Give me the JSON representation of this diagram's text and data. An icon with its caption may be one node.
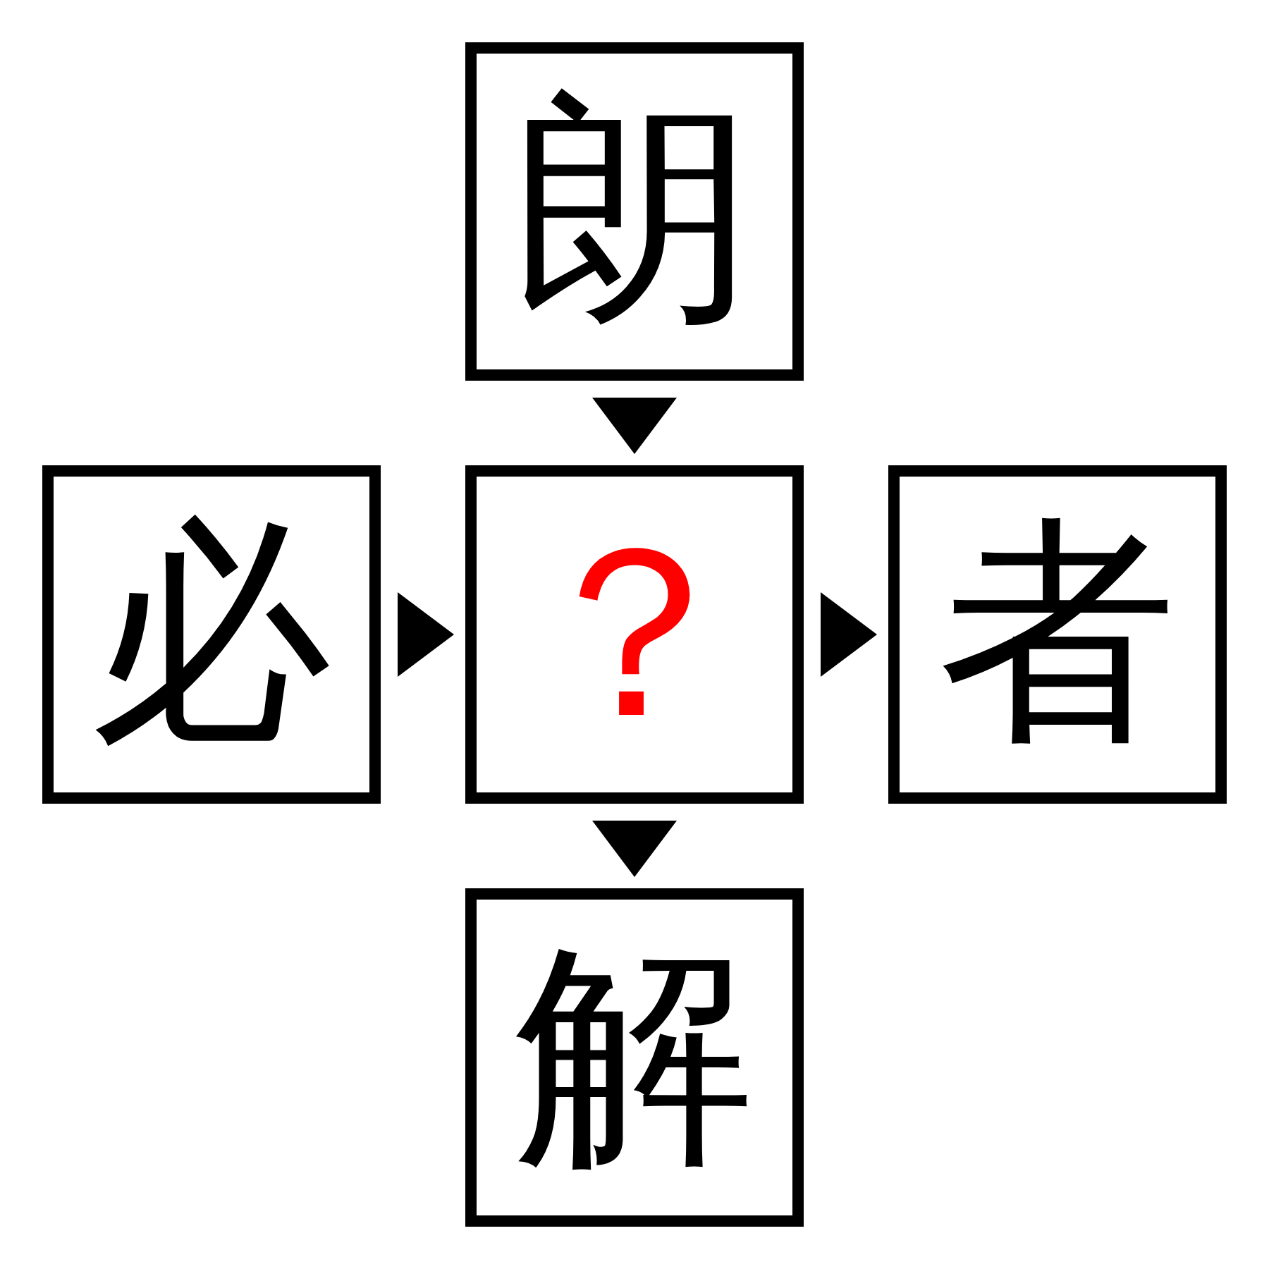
{
  "diagram": {
    "nodes": [
      {
        "text": [
          "朗"
        ]
      },
      {
        "text": [
          "必"
        ]
      },
      {
        "text": [
          "？"
        ]
      },
      {
        "text": [
          "者"
        ]
      },
      {
        "text": [
          "解"
        ]
      }
    ],
    "edges": [
      {
        "from": 0,
        "to": 2,
        "arrow": "to"
      },
      {
        "from": 1,
        "to": 2,
        "arrow": "to"
      },
      {
        "from": 2,
        "to": 3,
        "arrow": "to"
      },
      {
        "from": 2,
        "to": 4,
        "arrow": "to"
      }
    ]
  }
}
